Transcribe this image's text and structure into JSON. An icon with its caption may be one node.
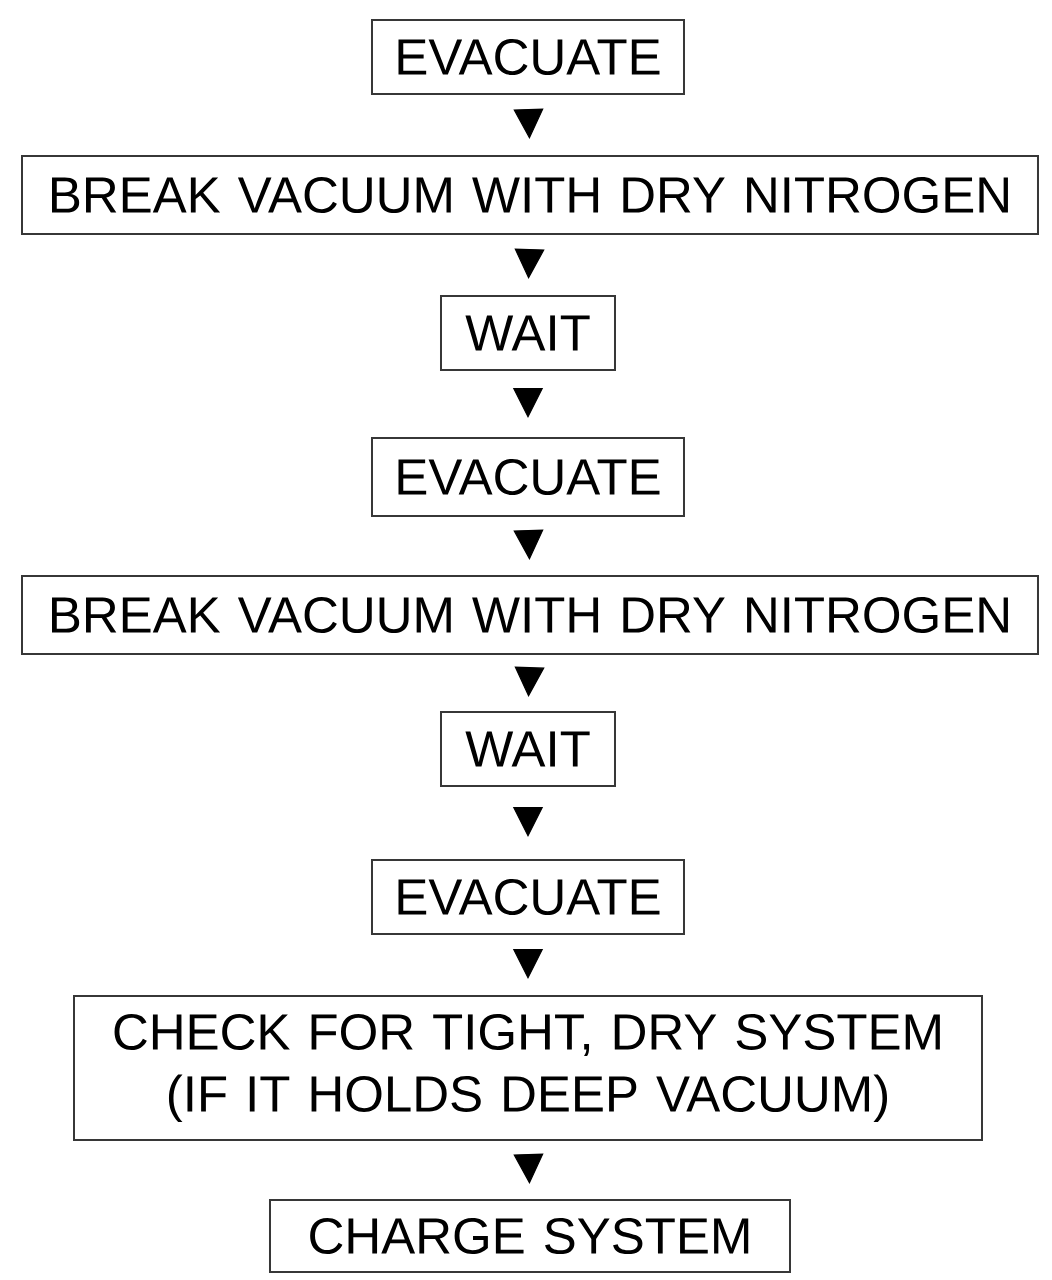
{
  "diagram": {
    "nodes": [
      {
        "text": [
          "EVACUATE"
        ]
      },
      {
        "text": [
          "BREAK VACUUM WITH DRY NITROGEN"
        ]
      },
      {
        "text": [
          "WAIT"
        ]
      },
      {
        "text": [
          "EVACUATE"
        ]
      },
      {
        "text": [
          "BREAK VACUUM WITH DRY NITROGEN"
        ]
      },
      {
        "text": [
          "WAIT"
        ]
      },
      {
        "text": [
          "EVACUATE"
        ]
      },
      {
        "text": [
          "CHECK FOR TIGHT, DRY SYSTEM (IF IT HOLDS DEEP VACUUM)"
        ]
      },
      {
        "text": [
          "CHARGE SYSTEM"
        ]
      }
    ],
    "edges": [
      {
        "from": 0,
        "to": 1,
        "arrow": "to"
      },
      {
        "from": 1,
        "to": 2,
        "arrow": "to"
      },
      {
        "from": 2,
        "to": 3,
        "arrow": "to"
      },
      {
        "from": 3,
        "to": 4,
        "arrow": "to"
      },
      {
        "from": 4,
        "to": 5,
        "arrow": "to"
      },
      {
        "from": 5,
        "to": 6,
        "arrow": "to"
      },
      {
        "from": 6,
        "to": 7,
        "arrow": "to"
      },
      {
        "from": 7,
        "to": 8,
        "arrow": "to"
      }
    ]
  }
}
